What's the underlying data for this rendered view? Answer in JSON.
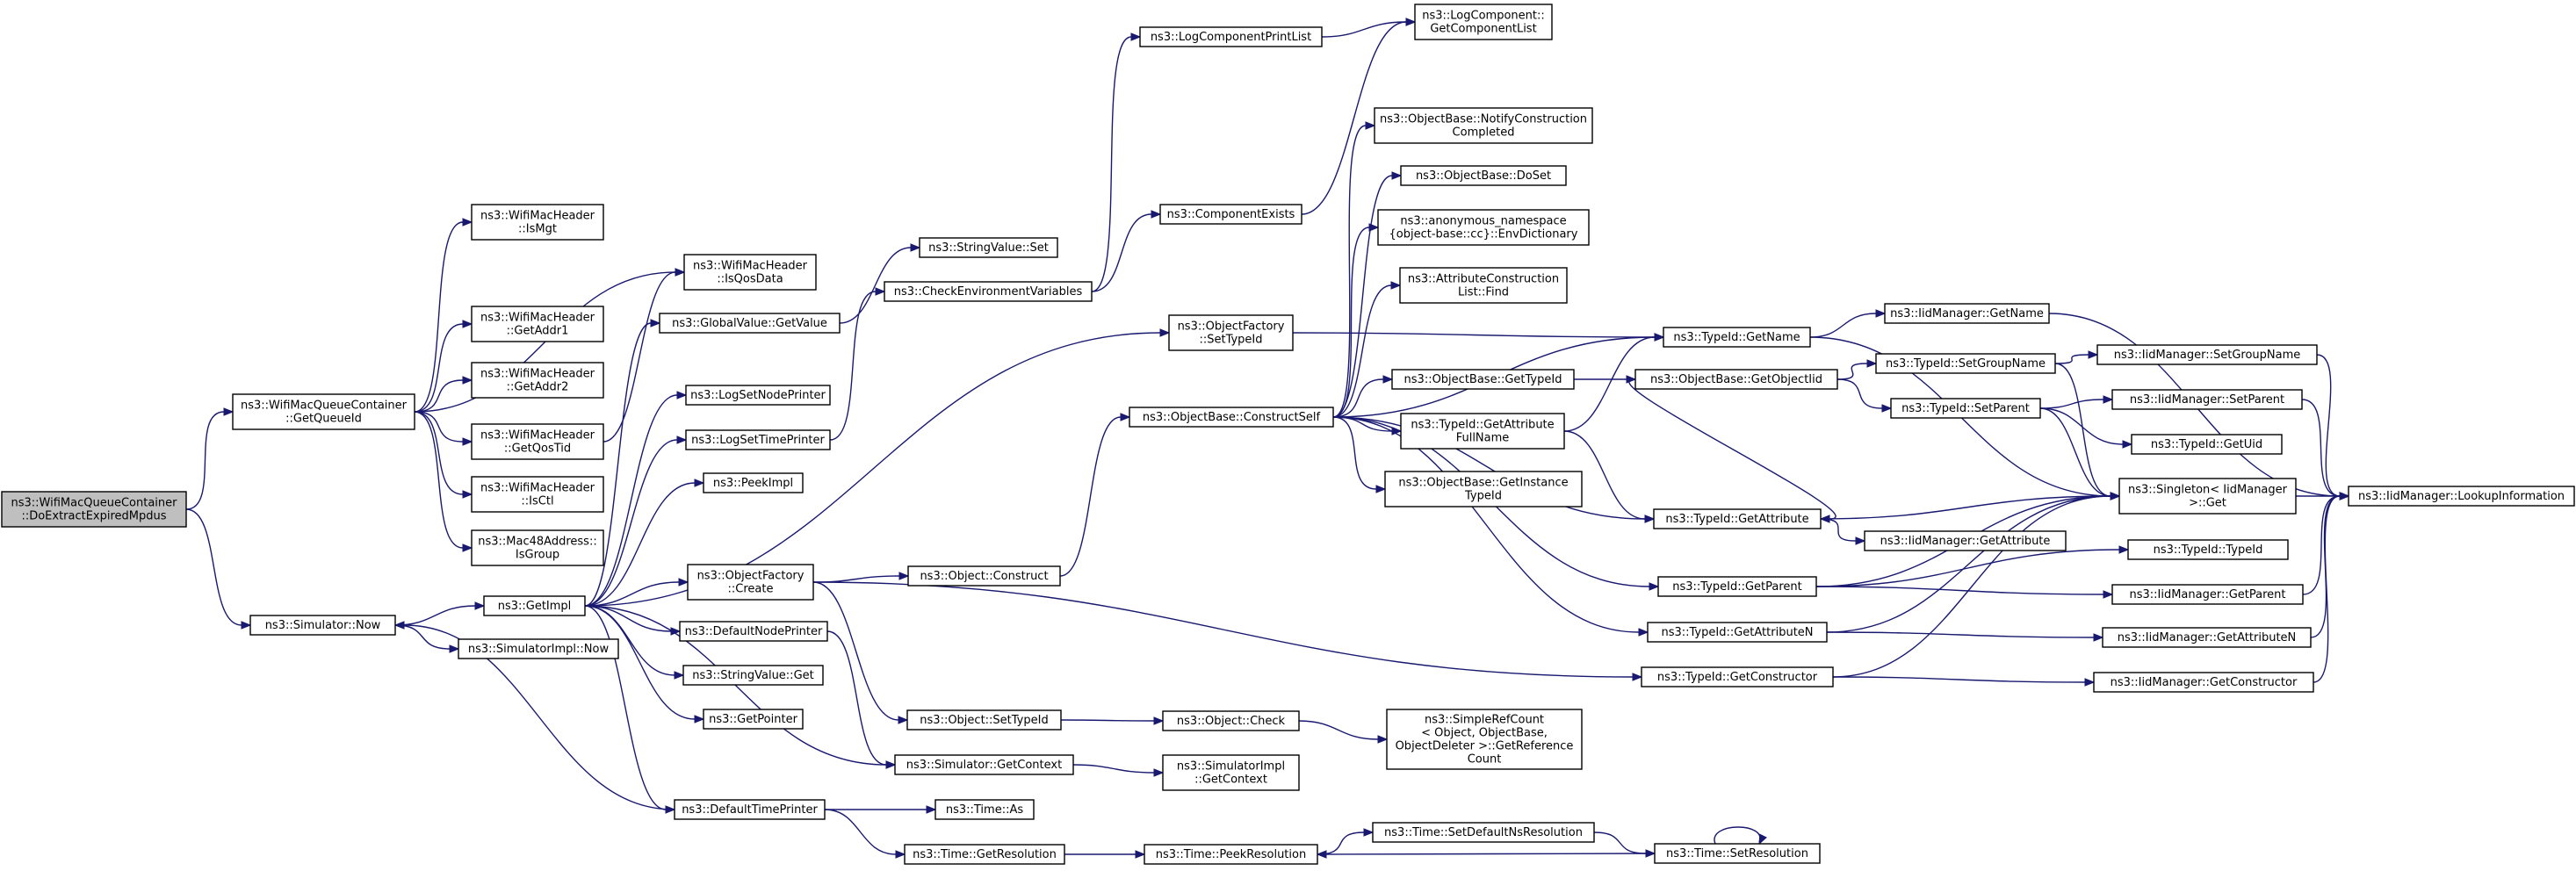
{
  "colors": {
    "edge": "#191970",
    "root_fill": "#bfbfbf",
    "node_fill": "#ffffff",
    "node_stroke": "#000000"
  },
  "nodes": [
    {
      "id": "root",
      "lines": [
        "ns3::WifiMacQueueContainer",
        "::DoExtractExpiredMpdus"
      ],
      "root": true
    },
    {
      "id": "getQueueId",
      "lines": [
        "ns3::WifiMacQueueContainer",
        "::GetQueueId"
      ]
    },
    {
      "id": "simNow",
      "lines": [
        "ns3::Simulator::Now"
      ]
    },
    {
      "id": "isMgt",
      "lines": [
        "ns3::WifiMacHeader",
        "::IsMgt"
      ]
    },
    {
      "id": "isQosData",
      "lines": [
        "ns3::WifiMacHeader",
        "::IsQosData"
      ]
    },
    {
      "id": "getAddr1",
      "lines": [
        "ns3::WifiMacHeader",
        "::GetAddr1"
      ]
    },
    {
      "id": "getAddr2",
      "lines": [
        "ns3::WifiMacHeader",
        "::GetAddr2"
      ]
    },
    {
      "id": "getQosTid",
      "lines": [
        "ns3::WifiMacHeader",
        "::GetQosTid"
      ]
    },
    {
      "id": "isCtl",
      "lines": [
        "ns3::WifiMacHeader",
        "::IsCtl"
      ]
    },
    {
      "id": "isGroup",
      "lines": [
        "ns3::Mac48Address::",
        "IsGroup"
      ]
    },
    {
      "id": "getImpl",
      "lines": [
        "ns3::GetImpl"
      ]
    },
    {
      "id": "simImplNow",
      "lines": [
        "ns3::SimulatorImpl::Now"
      ]
    },
    {
      "id": "gvGetValue",
      "lines": [
        "ns3::GlobalValue::GetValue"
      ]
    },
    {
      "id": "logSetNodePrinter",
      "lines": [
        "ns3::LogSetNodePrinter"
      ]
    },
    {
      "id": "logSetTimePrinter",
      "lines": [
        "ns3::LogSetTimePrinter"
      ]
    },
    {
      "id": "peekImpl",
      "lines": [
        "ns3::PeekImpl"
      ]
    },
    {
      "id": "ofCreate",
      "lines": [
        "ns3::ObjectFactory",
        "::Create"
      ]
    },
    {
      "id": "defaultNodePrinter",
      "lines": [
        "ns3::DefaultNodePrinter"
      ]
    },
    {
      "id": "svGet",
      "lines": [
        "ns3::StringValue::Get"
      ]
    },
    {
      "id": "getPointer",
      "lines": [
        "ns3::GetPointer"
      ]
    },
    {
      "id": "defaultTimePrinter",
      "lines": [
        "ns3::DefaultTimePrinter"
      ]
    },
    {
      "id": "svSet",
      "lines": [
        "ns3::StringValue::Set"
      ]
    },
    {
      "id": "checkEnv",
      "lines": [
        "ns3::CheckEnvironmentVariables"
      ]
    },
    {
      "id": "objConstruct",
      "lines": [
        "ns3::Object::Construct"
      ]
    },
    {
      "id": "objSetTypeId",
      "lines": [
        "ns3::Object::SetTypeId"
      ]
    },
    {
      "id": "simGetContext",
      "lines": [
        "ns3::Simulator::GetContext"
      ]
    },
    {
      "id": "timeAs",
      "lines": [
        "ns3::Time::As"
      ]
    },
    {
      "id": "timeGetRes",
      "lines": [
        "ns3::Time::GetResolution"
      ]
    },
    {
      "id": "logCompPrintList",
      "lines": [
        "ns3::LogComponentPrintList"
      ]
    },
    {
      "id": "componentExists",
      "lines": [
        "ns3::ComponentExists"
      ]
    },
    {
      "id": "ofSetTypeId",
      "lines": [
        "ns3::ObjectFactory",
        "::SetTypeId"
      ]
    },
    {
      "id": "obConstructSelf",
      "lines": [
        "ns3::ObjectBase::ConstructSelf"
      ]
    },
    {
      "id": "objCheck",
      "lines": [
        "ns3::Object::Check"
      ]
    },
    {
      "id": "simImplGetContext",
      "lines": [
        "ns3::SimulatorImpl",
        "::GetContext"
      ]
    },
    {
      "id": "timePeekRes",
      "lines": [
        "ns3::Time::PeekResolution"
      ]
    },
    {
      "id": "logCompGetList",
      "lines": [
        "ns3::LogComponent::",
        "GetComponentList"
      ]
    },
    {
      "id": "obNotify",
      "lines": [
        "ns3::ObjectBase::NotifyConstruction",
        "Completed"
      ]
    },
    {
      "id": "obDoSet",
      "lines": [
        "ns3::ObjectBase::DoSet"
      ]
    },
    {
      "id": "envDict",
      "lines": [
        "ns3::anonymous_namespace",
        "{object-base::cc}::EnvDictionary"
      ]
    },
    {
      "id": "acListFind",
      "lines": [
        "ns3::AttributeConstruction",
        "List::Find"
      ]
    },
    {
      "id": "obGetTypeId",
      "lines": [
        "ns3::ObjectBase::GetTypeId"
      ]
    },
    {
      "id": "tidGetAttrFullName",
      "lines": [
        "ns3::TypeId::GetAttribute",
        "FullName"
      ]
    },
    {
      "id": "obGetInstanceTypeId",
      "lines": [
        "ns3::ObjectBase::GetInstance",
        "TypeId"
      ]
    },
    {
      "id": "refCountGetRef",
      "lines": [
        "ns3::SimpleRefCount",
        "< Object, ObjectBase,",
        "ObjectDeleter >::GetReference",
        "Count"
      ]
    },
    {
      "id": "timeSetDefNs",
      "lines": [
        "ns3::Time::SetDefaultNsResolution"
      ]
    },
    {
      "id": "tidGetName",
      "lines": [
        "ns3::TypeId::GetName"
      ]
    },
    {
      "id": "obGetObjectIid",
      "lines": [
        "ns3::ObjectBase::GetObjectIid"
      ]
    },
    {
      "id": "tidGetAttribute",
      "lines": [
        "ns3::TypeId::GetAttribute"
      ]
    },
    {
      "id": "tidGetParent",
      "lines": [
        "ns3::TypeId::GetParent"
      ]
    },
    {
      "id": "tidGetAttributeN",
      "lines": [
        "ns3::TypeId::GetAttributeN"
      ]
    },
    {
      "id": "tidGetConstructor",
      "lines": [
        "ns3::TypeId::GetConstructor"
      ]
    },
    {
      "id": "timeSetRes",
      "lines": [
        "ns3::Time::SetResolution"
      ]
    },
    {
      "id": "iidGetName",
      "lines": [
        "ns3::IidManager::GetName"
      ]
    },
    {
      "id": "tidSetGroupName",
      "lines": [
        "ns3::TypeId::SetGroupName"
      ]
    },
    {
      "id": "tidSetParent",
      "lines": [
        "ns3::TypeId::SetParent"
      ]
    },
    {
      "id": "singletonGet",
      "lines": [
        "ns3::Singleton< IidManager",
        ">::Get"
      ]
    },
    {
      "id": "iidGetAttribute",
      "lines": [
        "ns3::IidManager::GetAttribute"
      ]
    },
    {
      "id": "tidTypeId",
      "lines": [
        "ns3::TypeId::TypeId"
      ]
    },
    {
      "id": "iidSetGroupName",
      "lines": [
        "ns3::IidManager::SetGroupName"
      ]
    },
    {
      "id": "iidSetParent",
      "lines": [
        "ns3::IidManager::SetParent"
      ]
    },
    {
      "id": "tidGetUid",
      "lines": [
        "ns3::TypeId::GetUid"
      ]
    },
    {
      "id": "iidGetParent",
      "lines": [
        "ns3::IidManager::GetParent"
      ]
    },
    {
      "id": "iidGetAttributeN",
      "lines": [
        "ns3::IidManager::GetAttributeN"
      ]
    },
    {
      "id": "iidGetConstructor",
      "lines": [
        "ns3::IidManager::GetConstructor"
      ]
    },
    {
      "id": "iidLookup",
      "lines": [
        "ns3::IidManager::LookupInformation"
      ]
    }
  ],
  "edges": [
    [
      "root",
      "getQueueId"
    ],
    [
      "root",
      "simNow"
    ],
    [
      "getQueueId",
      "isMgt"
    ],
    [
      "getQueueId",
      "isQosData"
    ],
    [
      "getQueueId",
      "getAddr1"
    ],
    [
      "getQueueId",
      "getAddr2"
    ],
    [
      "getQueueId",
      "getQosTid"
    ],
    [
      "getQueueId",
      "isCtl"
    ],
    [
      "getQueueId",
      "isGroup"
    ],
    [
      "getQosTid",
      "isQosData"
    ],
    [
      "simNow",
      "getImpl"
    ],
    [
      "simNow",
      "simImplNow"
    ],
    [
      "getImpl",
      "gvGetValue"
    ],
    [
      "getImpl",
      "logSetNodePrinter"
    ],
    [
      "getImpl",
      "logSetTimePrinter"
    ],
    [
      "getImpl",
      "peekImpl"
    ],
    [
      "getImpl",
      "ofCreate"
    ],
    [
      "getImpl",
      "defaultNodePrinter"
    ],
    [
      "getImpl",
      "svGet"
    ],
    [
      "getImpl",
      "getPointer"
    ],
    [
      "getImpl",
      "defaultTimePrinter"
    ],
    [
      "getImpl",
      "ofSetTypeId"
    ],
    [
      "getImpl",
      "simGetContext"
    ],
    [
      "gvGetValue",
      "svSet"
    ],
    [
      "logSetTimePrinter",
      "checkEnv"
    ],
    [
      "checkEnv",
      "logCompPrintList"
    ],
    [
      "checkEnv",
      "componentExists"
    ],
    [
      "logCompPrintList",
      "logCompGetList"
    ],
    [
      "componentExists",
      "logCompGetList"
    ],
    [
      "ofCreate",
      "objConstruct"
    ],
    [
      "ofCreate",
      "objSetTypeId"
    ],
    [
      "ofCreate",
      "tidGetConstructor"
    ],
    [
      "objConstruct",
      "obConstructSelf"
    ],
    [
      "defaultNodePrinter",
      "simGetContext"
    ],
    [
      "defaultTimePrinter",
      "simNow"
    ],
    [
      "defaultTimePrinter",
      "timeAs"
    ],
    [
      "defaultTimePrinter",
      "timeGetRes"
    ],
    [
      "objSetTypeId",
      "objCheck"
    ],
    [
      "objCheck",
      "refCountGetRef"
    ],
    [
      "simGetContext",
      "simImplGetContext"
    ],
    [
      "timeGetRes",
      "timePeekRes"
    ],
    [
      "timePeekRes",
      "timeSetDefNs"
    ],
    [
      "timeSetDefNs",
      "timeSetRes"
    ],
    [
      "timeSetRes",
      "timePeekRes"
    ],
    [
      "timeSetRes",
      "timeSetRes"
    ],
    [
      "ofSetTypeId",
      "tidGetName"
    ],
    [
      "obConstructSelf",
      "obNotify"
    ],
    [
      "obConstructSelf",
      "obDoSet"
    ],
    [
      "obConstructSelf",
      "envDict"
    ],
    [
      "obConstructSelf",
      "acListFind"
    ],
    [
      "obConstructSelf",
      "tidGetName"
    ],
    [
      "obConstructSelf",
      "obGetTypeId"
    ],
    [
      "obConstructSelf",
      "tidGetAttrFullName"
    ],
    [
      "obConstructSelf",
      "obGetInstanceTypeId"
    ],
    [
      "obConstructSelf",
      "tidGetAttribute"
    ],
    [
      "obConstructSelf",
      "tidGetParent"
    ],
    [
      "obConstructSelf",
      "tidGetAttributeN"
    ],
    [
      "obGetTypeId",
      "obGetObjectIid"
    ],
    [
      "tidGetAttrFullName",
      "tidGetName"
    ],
    [
      "tidGetAttrFullName",
      "tidGetAttribute"
    ],
    [
      "obGetObjectIid",
      "tidSetGroupName"
    ],
    [
      "obGetObjectIid",
      "tidSetParent"
    ],
    [
      "obGetObjectIid",
      "tidGetAttribute"
    ],
    [
      "tidGetName",
      "iidGetName"
    ],
    [
      "tidGetName",
      "singletonGet"
    ],
    [
      "tidSetGroupName",
      "iidSetGroupName"
    ],
    [
      "tidSetGroupName",
      "singletonGet"
    ],
    [
      "tidSetParent",
      "iidSetParent"
    ],
    [
      "tidSetParent",
      "tidGetUid"
    ],
    [
      "tidSetParent",
      "singletonGet"
    ],
    [
      "tidGetAttribute",
      "iidGetAttribute"
    ],
    [
      "tidGetAttribute",
      "singletonGet"
    ],
    [
      "tidGetParent",
      "tidTypeId"
    ],
    [
      "tidGetParent",
      "iidGetParent"
    ],
    [
      "tidGetParent",
      "singletonGet"
    ],
    [
      "tidGetAttributeN",
      "iidGetAttributeN"
    ],
    [
      "tidGetAttributeN",
      "singletonGet"
    ],
    [
      "tidGetConstructor",
      "iidGetConstructor"
    ],
    [
      "tidGetConstructor",
      "singletonGet"
    ],
    [
      "iidGetName",
      "iidLookup"
    ],
    [
      "iidSetGroupName",
      "iidLookup"
    ],
    [
      "iidSetParent",
      "iidLookup"
    ],
    [
      "iidGetParent",
      "iidLookup"
    ],
    [
      "iidGetAttributeN",
      "iidLookup"
    ],
    [
      "iidGetConstructor",
      "iidLookup"
    ],
    [
      "singletonGet",
      "iidLookup"
    ]
  ]
}
